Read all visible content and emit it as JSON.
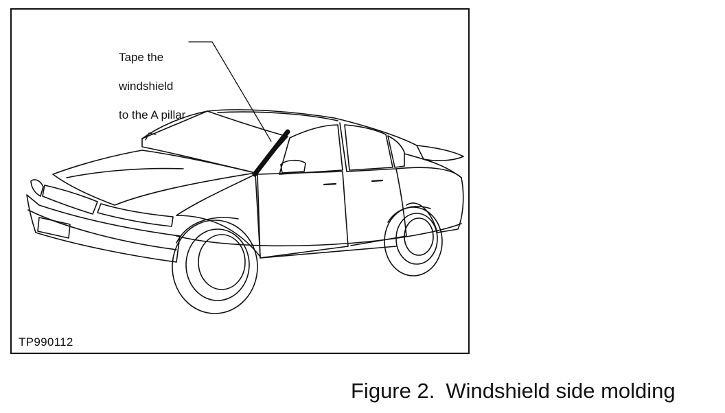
{
  "figure": {
    "callout": {
      "line1": "Tape the",
      "line2": "windshield",
      "line3": "to the A pillar"
    },
    "figure_id": "TP990112"
  },
  "caption": {
    "label": "Figure 2.",
    "text": "Windshield side molding"
  },
  "colors": {
    "ink": "#111111",
    "tape": "#111111",
    "background": "#ffffff"
  }
}
